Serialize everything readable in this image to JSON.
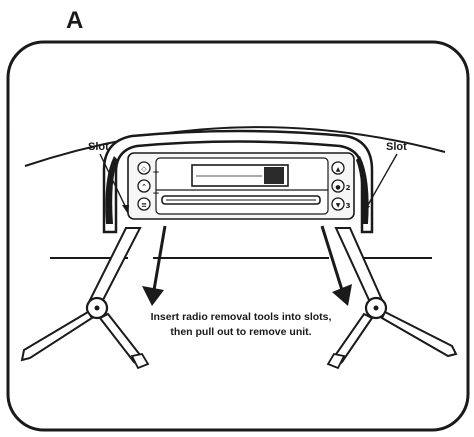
{
  "figure": {
    "label": "A"
  },
  "callouts": {
    "slot_left": "Slot",
    "slot_right": "Slot"
  },
  "instruction": {
    "line1": "Insert radio removal tools into slots,",
    "line2": "then pull out to remove unit."
  },
  "radio": {
    "left_buttons": [
      "◇",
      "⌃",
      "≡"
    ],
    "right_buttons": [
      "▲",
      "●",
      "▼"
    ],
    "side_marks": [
      "+",
      "−",
      "2",
      "3"
    ]
  },
  "colors": {
    "line": "#1a1a1a",
    "panel_fill": "#f3f3f3",
    "bezel_fill": "#e9e9e9",
    "tool_fill": "#ffffff"
  }
}
